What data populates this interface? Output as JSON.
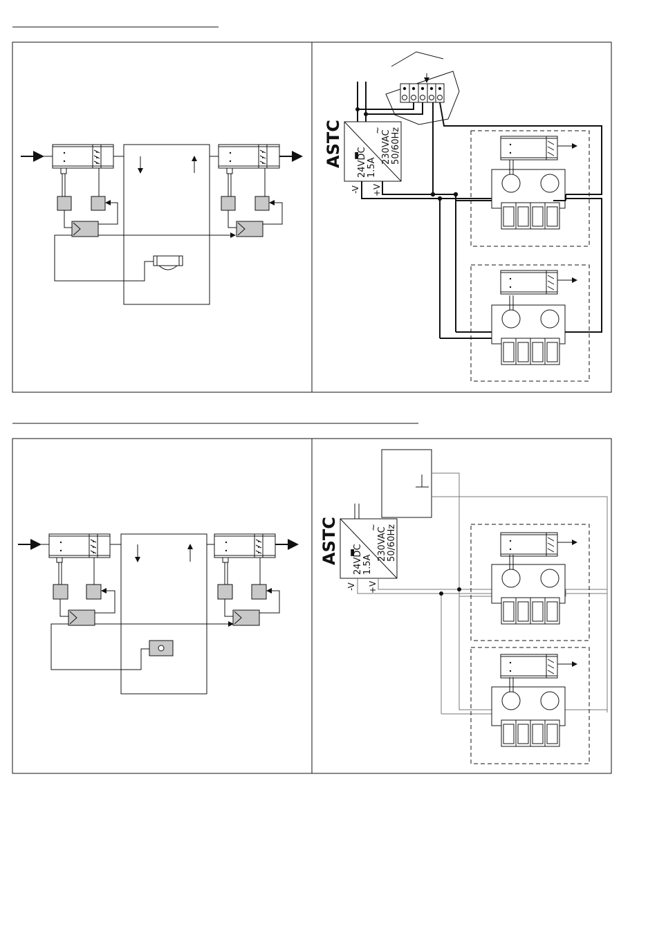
{
  "diagram_1": {
    "power_supply": {
      "brand": "ASTC",
      "output": "24VDC",
      "current": "1.5A",
      "input": "230VAC",
      "frequency": "50/60Hz",
      "ac_symbol": "~",
      "minus_label": "-V",
      "plus_label": "+V"
    }
  },
  "diagram_2": {
    "power_supply": {
      "brand": "ASTC",
      "output": "24VDC",
      "current": "1.5A",
      "input": "230VAC",
      "frequency": "50/60Hz",
      "ac_symbol": "~",
      "minus_label": "-V",
      "plus_label": "+V"
    }
  },
  "icons": {
    "flow_arrow": "arrow-icon",
    "damper_actuator": "actuator-icon",
    "smoke_detector": "smoke-detector-icon",
    "fire_detector": "fire-detector-icon"
  }
}
